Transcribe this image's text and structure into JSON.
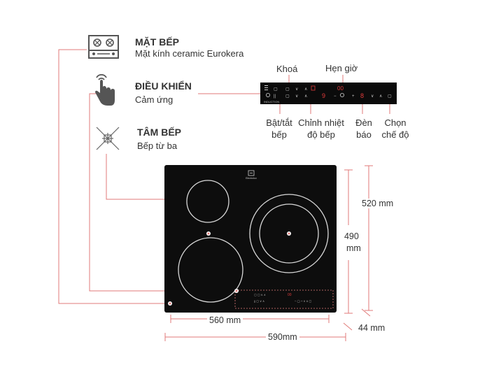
{
  "features": [
    {
      "title": "MẶT BẾP",
      "subtitle": "Mặt kính ceramic Eurokera",
      "icon": "stovetop-icon"
    },
    {
      "title": "ĐIỀU KHIỂN",
      "subtitle": "Cảm ứng",
      "icon": "touch-hand-icon"
    },
    {
      "title": "TÂM BẾP",
      "subtitle": "Bếp từ ba",
      "icon": "induction-coil-icon"
    }
  ],
  "panel_labels": {
    "lock": "Khoá",
    "timer": "Hẹn giờ",
    "power_line1": "Bật/tắt",
    "power_line2": "bếp",
    "heat_line1": "Chỉnh nhiệt",
    "heat_line2": "độ bếp",
    "indicator_line1": "Đèn",
    "indicator_line2": "báo",
    "mode_line1": "Chọn",
    "mode_line2": "chế độ"
  },
  "panel_display": {
    "brand": "INDUCTION",
    "timer_readout": "00",
    "zone_level_left": "9",
    "zone_level_right": "8"
  },
  "cooktop": {
    "brand_logo": "Electrolux"
  },
  "dimensions": {
    "width_inner": "560 mm",
    "width_outer": "590mm",
    "depth_outer": "520 mm",
    "depth_inner_line1": "490",
    "depth_inner_line2": "mm",
    "thickness": "44 mm"
  },
  "colors": {
    "accent": "#d9534f",
    "glass": "#0d0d0d",
    "line": "#e07a78",
    "panel_red": "#e23b3b"
  }
}
